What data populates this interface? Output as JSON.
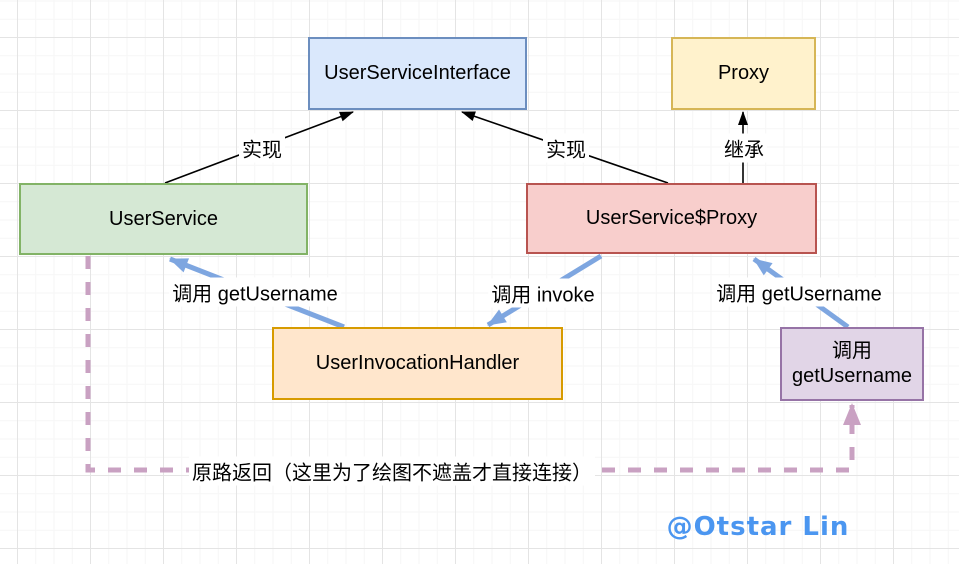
{
  "diagram": {
    "nodes": {
      "user_service_interface": {
        "label": "UserServiceInterface",
        "fill": "#dae8fc",
        "border": "#6c8ebf"
      },
      "proxy": {
        "label": "Proxy",
        "fill": "#fff2cc",
        "border": "#d6b656"
      },
      "user_service": {
        "label": "UserService",
        "fill": "#d5e8d4",
        "border": "#82b366"
      },
      "user_service_proxy": {
        "label": "UserService$Proxy",
        "fill": "#f8cecc",
        "border": "#b85450"
      },
      "user_invocation_handler": {
        "label": "UserInvocationHandler",
        "fill": "#ffe6cc",
        "border": "#d79b00"
      },
      "call_get_username": {
        "label": "调用\ngetUsername",
        "fill": "#e1d5e7",
        "border": "#9673a6"
      }
    },
    "edges": {
      "implements_left_label": "实现",
      "implements_right_label": "实现",
      "inherits_label": "继承",
      "call_get_username_left_label": "调用 getUsername",
      "call_invoke_label": "调用 invoke",
      "call_get_username_right_label": "调用 getUsername",
      "return_path_label": "原路返回（这里为了绘图不遮盖才直接连接）"
    },
    "colors": {
      "black_edge": "#000000",
      "blue_edge": "#7ea6e0",
      "pink_edge": "#c9a1c2"
    }
  },
  "watermark": {
    "text": "@Otstar Lin",
    "color": "#4b96f0"
  }
}
